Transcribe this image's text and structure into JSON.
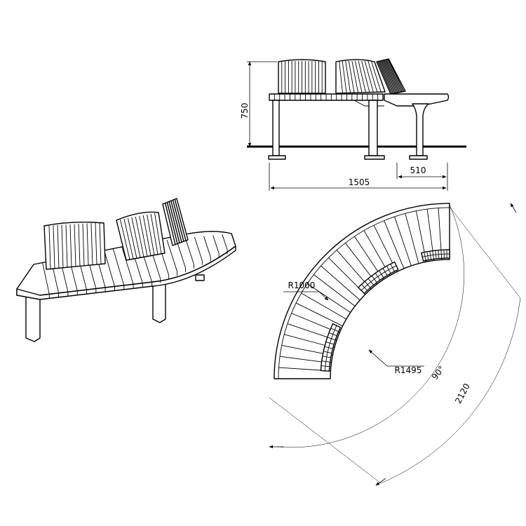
{
  "dimensions": {
    "height": "750",
    "overall_length": "1505",
    "seat_depth": "510",
    "inner_radius": "R1000",
    "outer_radius": "R1495",
    "angle": "90°",
    "arc_length": "2120"
  },
  "colors": {
    "line": "#000000",
    "background": "#ffffff"
  }
}
